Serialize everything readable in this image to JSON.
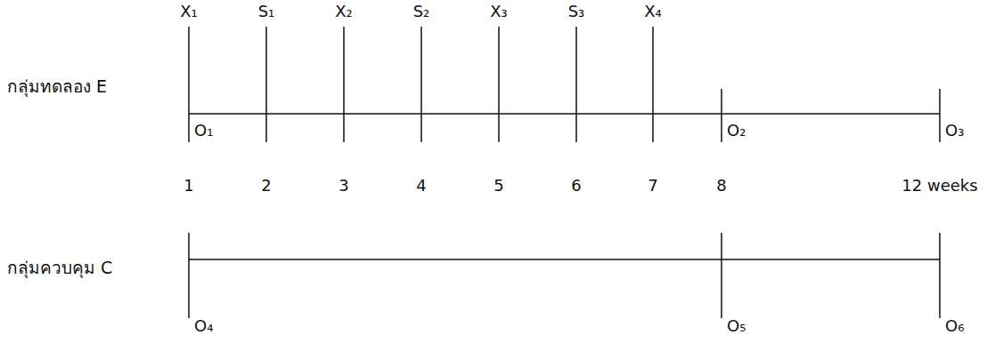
{
  "diagram": {
    "labels": [
      "กลุ่มทดลอง E",
      "X₁",
      "S₁",
      "X₂",
      "S₂",
      "X₃",
      "S₃",
      "X₄",
      "O₁",
      "O₂",
      "O₃",
      "1",
      "2",
      "3",
      "4",
      "5",
      "6",
      "7",
      "8",
      "12 weeks",
      "กลุ่มควบคุม C",
      "O₄",
      "O₅",
      "O₆"
    ]
  }
}
